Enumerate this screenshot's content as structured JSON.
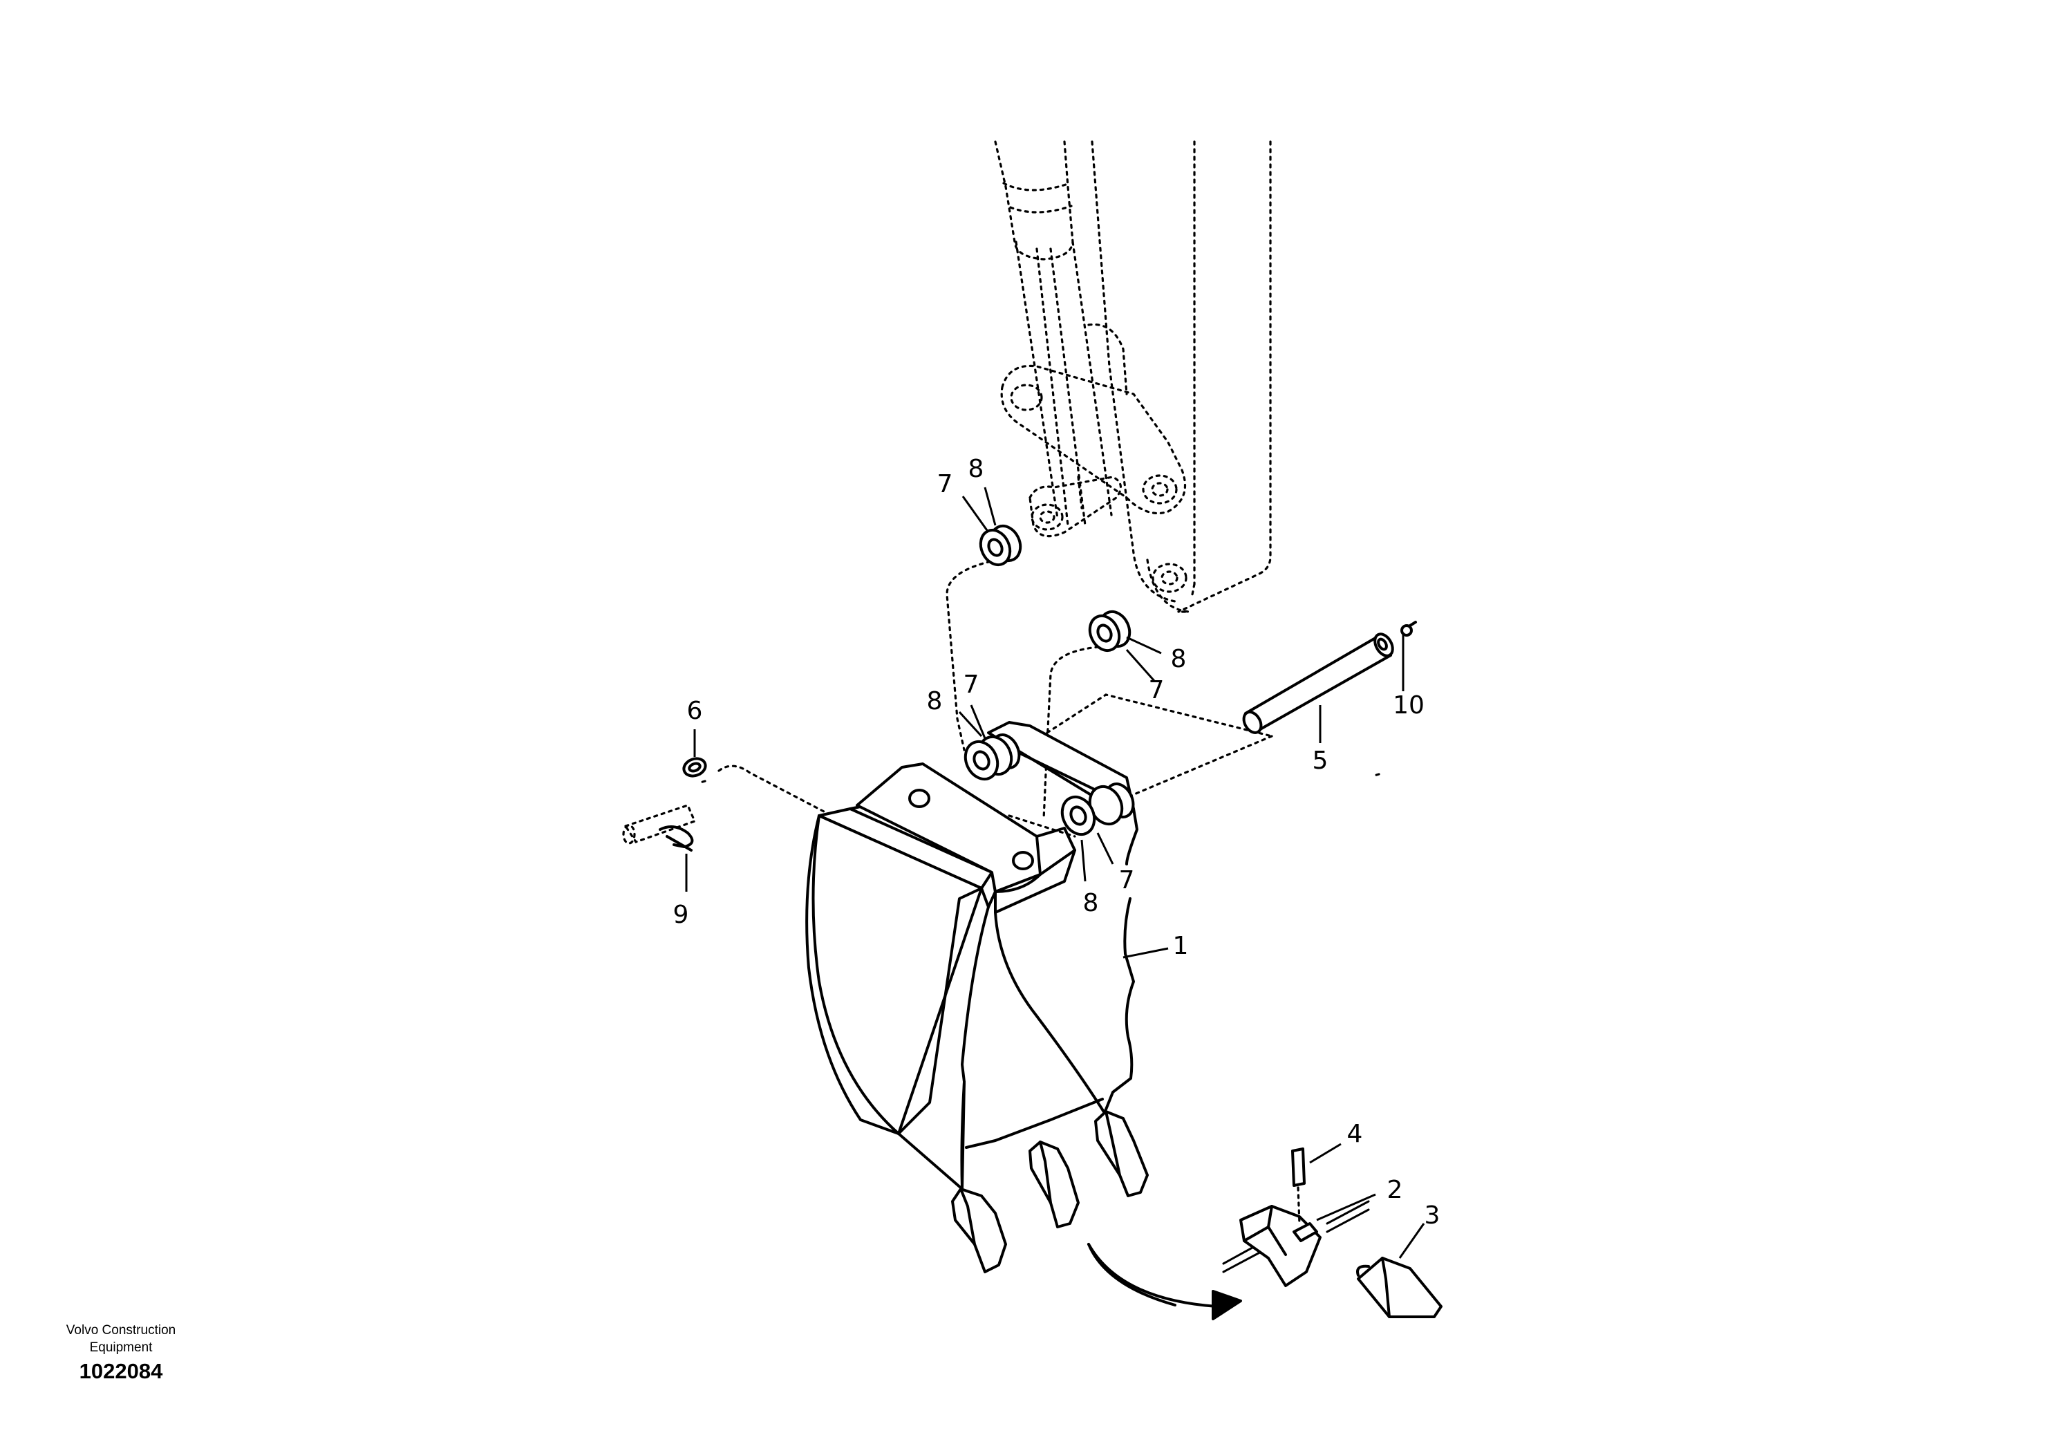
{
  "callouts": {
    "c1": "1",
    "c2": "2",
    "c3": "3",
    "c4": "4",
    "c5": "5",
    "c6": "6",
    "c7a": "7",
    "c7b": "7",
    "c7c": "7",
    "c7d": "7",
    "c8a": "8",
    "c8b": "8",
    "c8c": "8",
    "c8d": "8",
    "c9": "9",
    "c10": "10"
  },
  "footer": {
    "brand_line1": "Volvo Construction",
    "brand_line2": "Equipment",
    "drawing_number": "1022084"
  }
}
